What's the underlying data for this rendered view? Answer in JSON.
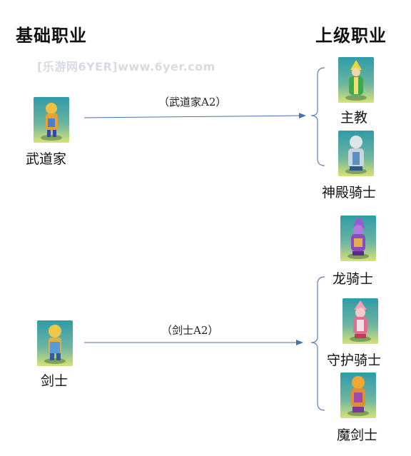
{
  "headers": {
    "left": "基础职业",
    "right": "上级职业"
  },
  "watermark": "[乐游网6YER]www.6yer.com",
  "groups": [
    {
      "base": {
        "label": "武道家",
        "icon": "martial-artist-sprite"
      },
      "edge_label": "（武道家A2）",
      "advanced": [
        {
          "label": "主教",
          "icon": "bishop-sprite"
        },
        {
          "label": "神殿骑士",
          "icon": "temple-knight-sprite"
        }
      ]
    },
    {
      "base": {
        "label": "剑士",
        "icon": "swordsman-sprite"
      },
      "edge_label": "（剑士A2）",
      "advanced": [
        {
          "label": "龙骑士",
          "icon": "dragon-knight-sprite"
        },
        {
          "label": "守护骑士",
          "icon": "guardian-knight-sprite"
        },
        {
          "label": "魔剑士",
          "icon": "magic-swordsman-sprite"
        }
      ]
    }
  ],
  "colors": {
    "line": "#4a6fb0",
    "bracket": "#5b7fc0",
    "sprite_bg_top": "#2f9ba8",
    "sprite_bg_bottom": "#cfe07a"
  }
}
